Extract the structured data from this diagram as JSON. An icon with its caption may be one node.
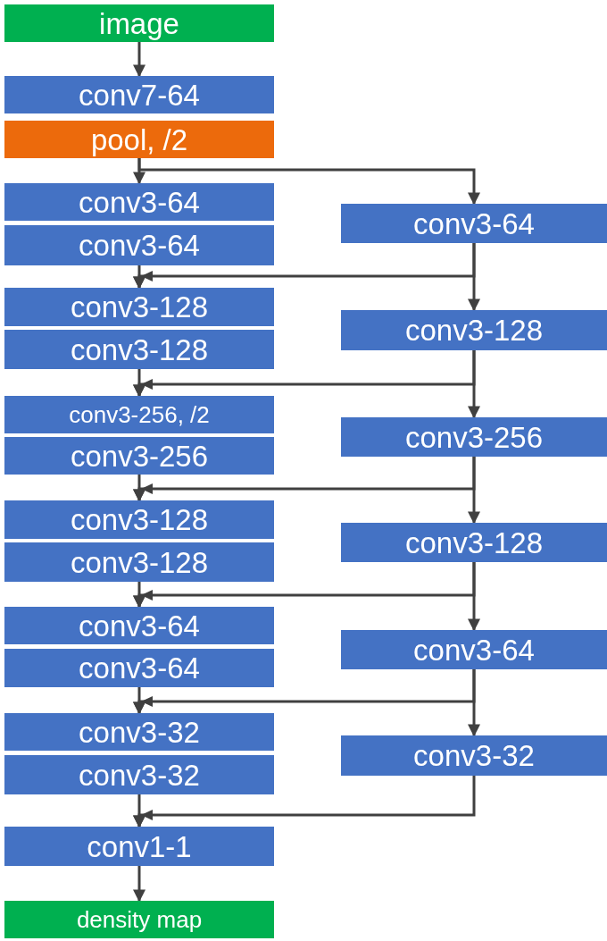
{
  "diagram": {
    "nodes": [
      {
        "text": [
          "image"
        ]
      },
      {
        "text": [
          "conv7-64"
        ]
      },
      {
        "text": [
          "pool, /2"
        ]
      },
      {
        "text": [
          "conv3-64"
        ]
      },
      {
        "text": [
          "conv3-64"
        ]
      },
      {
        "text": [
          "conv3-64"
        ]
      },
      {
        "text": [
          "conv3-128"
        ]
      },
      {
        "text": [
          "conv3-128"
        ]
      },
      {
        "text": [
          "conv3-128"
        ]
      },
      {
        "text": [
          "conv3-256, /2"
        ]
      },
      {
        "text": [
          "conv3-256"
        ]
      },
      {
        "text": [
          "conv3-256"
        ]
      },
      {
        "text": [
          "conv3-128"
        ]
      },
      {
        "text": [
          "conv3-128"
        ]
      },
      {
        "text": [
          "conv3-128"
        ]
      },
      {
        "text": [
          "conv3-64"
        ]
      },
      {
        "text": [
          "conv3-64"
        ]
      },
      {
        "text": [
          "conv3-64"
        ]
      },
      {
        "text": [
          "conv3-32"
        ]
      },
      {
        "text": [
          "conv3-32"
        ]
      },
      {
        "text": [
          "conv3-32"
        ]
      },
      {
        "text": [
          "conv1-1"
        ]
      },
      {
        "text": [
          "density map"
        ]
      }
    ],
    "edges": [
      {
        "from": 0,
        "to": 1,
        "arrow": "to"
      },
      {
        "from": 2,
        "to": 3,
        "arrow": "to"
      },
      {
        "from": 2,
        "to": 4,
        "arrow": "to"
      },
      {
        "from": 5,
        "to": 6,
        "arrow": "to"
      },
      {
        "from": 4,
        "to": 6,
        "arrow": "to"
      },
      {
        "from": 4,
        "to": 7,
        "arrow": "to"
      },
      {
        "from": 8,
        "to": 9,
        "arrow": "to"
      },
      {
        "from": 7,
        "to": 9,
        "arrow": "to"
      },
      {
        "from": 7,
        "to": 10,
        "arrow": "to"
      },
      {
        "from": 11,
        "to": 12,
        "arrow": "to"
      },
      {
        "from": 10,
        "to": 12,
        "arrow": "to"
      },
      {
        "from": 10,
        "to": 13,
        "arrow": "to"
      },
      {
        "from": 14,
        "to": 15,
        "arrow": "to"
      },
      {
        "from": 13,
        "to": 15,
        "arrow": "to"
      },
      {
        "from": 13,
        "to": 16,
        "arrow": "to"
      },
      {
        "from": 17,
        "to": 18,
        "arrow": "to"
      },
      {
        "from": 16,
        "to": 18,
        "arrow": "to"
      },
      {
        "from": 16,
        "to": 19,
        "arrow": "to"
      },
      {
        "from": 20,
        "to": 21,
        "arrow": "to"
      },
      {
        "from": 19,
        "to": 21,
        "arrow": "to"
      },
      {
        "from": 21,
        "to": 22,
        "arrow": "to"
      }
    ]
  }
}
